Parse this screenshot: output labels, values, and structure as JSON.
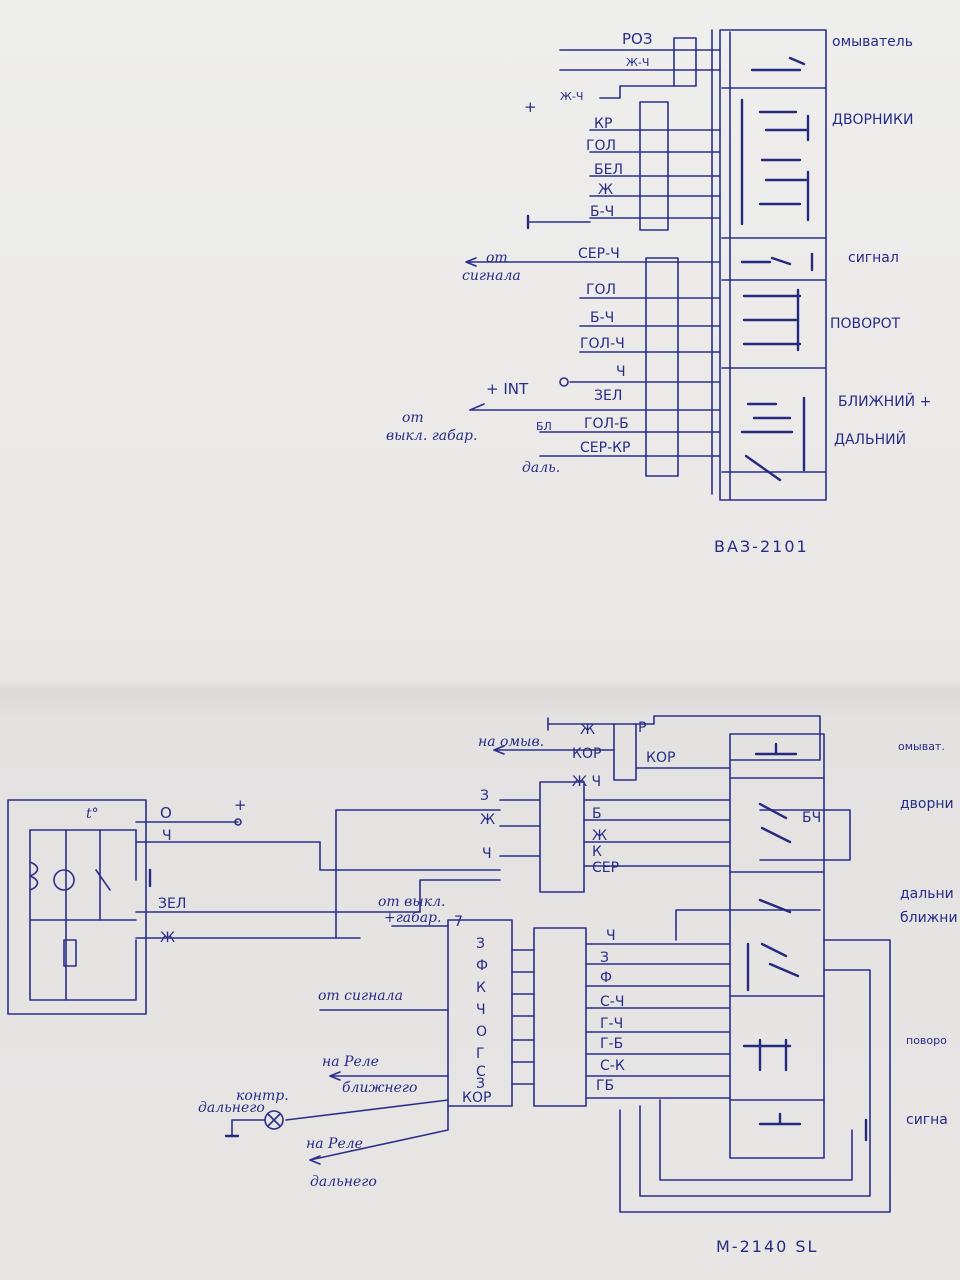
{
  "top_diagram": {
    "title": "ВАЗ-2101",
    "right_labels": [
      "омыватель",
      "ДВОРНИКИ",
      "сигнал",
      "ПОВОРОТ",
      "БЛИЖНИЙ +",
      "ДАЛЬНИЙ"
    ],
    "connector_a": [
      "РОЗ",
      "Ж-Ч"
    ],
    "connector_b": [
      "Ж-Ч",
      "КР",
      "ГОЛ",
      "БЕЛ",
      "Ж",
      "Б-Ч"
    ],
    "connector_c": [
      "СЕР-Ч",
      "ГОЛ",
      "Б-Ч",
      "ГОЛ-Ч",
      "Ч",
      "ЗЕЛ",
      "ГОЛ-Б",
      "СЕР-КР"
    ],
    "plus_sign": "+",
    "int_label": "+ INT",
    "bl_label": "БЛ",
    "from_signal": [
      "от",
      "сигнала"
    ],
    "from_switch": [
      "от",
      "выкл. габар."
    ],
    "far_label": "даль."
  },
  "bottom_diagram": {
    "title": "М-2140 SL",
    "right_labels": [
      "омыват.",
      "дворни",
      "дальни",
      "ближни",
      "поворо",
      "сигна"
    ],
    "relay_terminals": [
      "О",
      "Ч",
      "ЗЕЛ",
      "Ж"
    ],
    "relay_temp": "t°",
    "plus_sign": "+",
    "top_connector": [
      "Ж",
      "КОР",
      "Р",
      "КОР"
    ],
    "to_washer": "на омыв.",
    "middle_left": [
      "З",
      "Ж",
      "Ч"
    ],
    "middle_right": [
      "Ж Ч",
      "Б",
      "Ж",
      "К",
      "СЕР"
    ],
    "bc_label": "БЧ",
    "lower_left": [
      "З",
      "Ф",
      "К",
      "Ч",
      "О",
      "Г",
      "С",
      "З",
      "КОР"
    ],
    "lower_right": [
      "Ч",
      "З",
      "Ф",
      "С-Ч",
      "Г-Ч",
      "Г-Б",
      "С-К",
      "ГБ"
    ],
    "from_switch": [
      "от выкл.",
      "+габар."
    ],
    "from_switch_num": "7",
    "from_signal": "от сигнала",
    "to_low_relay": [
      "на Реле",
      "ближнего"
    ],
    "control_label": [
      "контр.",
      "дальнего"
    ],
    "to_high_relay": [
      "на Реле",
      "дальнего"
    ]
  }
}
